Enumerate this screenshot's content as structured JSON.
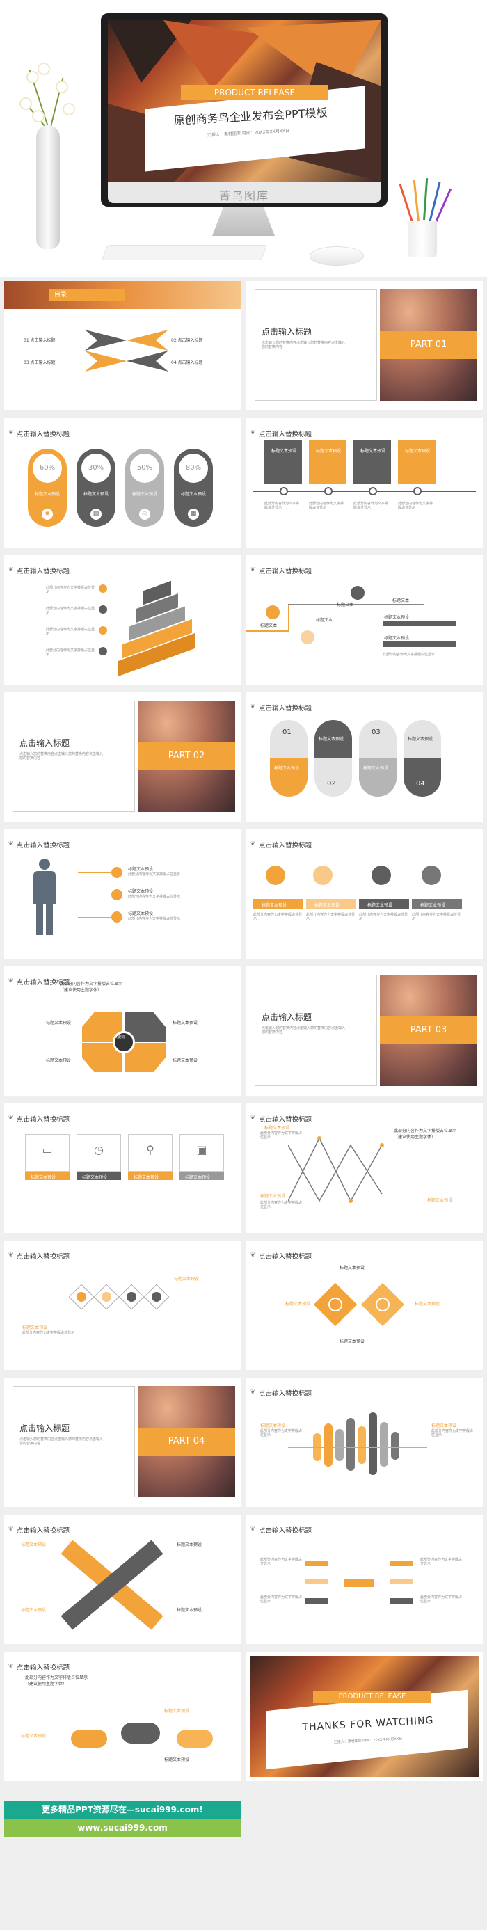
{
  "hero": {
    "band": "PRODUCT RELEASE",
    "title": "原创商务鸟企业发布会PPT模板",
    "subtitle": "汇报人：素材图库  时间：20XX年XX月XX日",
    "brand": "菁鸟图库"
  },
  "toc": {
    "title": "目录",
    "items": [
      "01 点击输入标题",
      "02 点击输入标题",
      "03 点击输入标题",
      "04 点击输入标题"
    ]
  },
  "common": {
    "heading": "点击输入替换标题",
    "section_title": "点击输入标题",
    "section_desc": "点击输入您的替换内容点击输入您的替换内容点击输入您的替换内容",
    "label": "标题文本预设",
    "label_short": "标题文本",
    "desc": "此部分内容作为文字排版占位显示",
    "center_label": "关键词",
    "big_note": "此部分内容作为文字排版占位显示\n（建议使用主题字体）"
  },
  "parts": [
    "PART 01",
    "PART 02",
    "PART 03",
    "PART 04"
  ],
  "percent_rings": [
    "60%",
    "30%",
    "50%",
    "80%"
  ],
  "numbers": [
    "01",
    "02",
    "03",
    "04"
  ],
  "thanks": {
    "band": "PRODUCT RELEASE",
    "title": "THANKS FOR WATCHING",
    "subtitle": "汇报人：素材图库  时间：20XX年XX月XX日"
  },
  "footer": {
    "line1": "更多精品PPT资源尽在—sucai999.com!",
    "line2": "www.sucai999.com"
  },
  "colors": {
    "accent": "#f2a33a",
    "dark": "#5e5e5e",
    "grey": "#cfcfcf",
    "teal": "#1aa88f",
    "green": "#8bc24a"
  }
}
